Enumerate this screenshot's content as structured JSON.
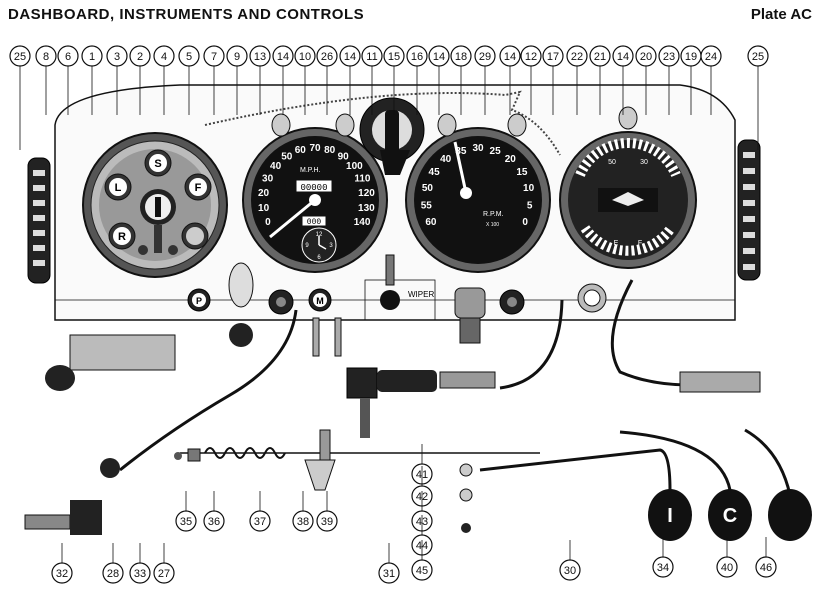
{
  "header": {
    "title": "DASHBOARD, INSTRUMENTS AND CONTROLS",
    "plate": "Plate AC"
  },
  "speedometer": {
    "unit": "M.P.H.",
    "scale": [
      "0",
      "10",
      "20",
      "30",
      "40",
      "50",
      "60",
      "70",
      "80",
      "90",
      "100",
      "110",
      "120",
      "130",
      "140"
    ],
    "odometer": "00000",
    "trip": "000"
  },
  "tachometer": {
    "unit": "R.P.M.",
    "subunit": "X 100",
    "scale": [
      "60",
      "55",
      "50",
      "45",
      "40",
      "35",
      "30",
      "25",
      "20",
      "15",
      "10",
      "5",
      "0"
    ]
  },
  "clock": {
    "numerals": [
      "12",
      "3",
      "6",
      "9"
    ]
  },
  "combination_gauge": {
    "upper": [
      "50",
      "30"
    ],
    "lower": [
      "E",
      "F"
    ]
  },
  "warning_lamps": [
    "L",
    "S",
    "F",
    "R"
  ],
  "switch_labels": {
    "panel_switch": "P",
    "map_switch": "M",
    "wiper": "WIPER"
  },
  "knobs": {
    "knob_34": "I",
    "knob_40": "C"
  },
  "callouts_top": [
    "25",
    "8",
    "6",
    "1",
    "3",
    "2",
    "4",
    "5",
    "7",
    "9",
    "13",
    "14",
    "10",
    "26",
    "14",
    "11",
    "15",
    "16",
    "14",
    "18",
    "29",
    "14",
    "12",
    "17",
    "22",
    "21",
    "14",
    "20",
    "23",
    "19",
    "24",
    "25"
  ],
  "callouts_bottom": [
    "32",
    "28",
    "33",
    "27",
    "35",
    "36",
    "37",
    "38",
    "39",
    "31",
    "41",
    "42",
    "43",
    "44",
    "45",
    "30",
    "34",
    "40",
    "46"
  ]
}
